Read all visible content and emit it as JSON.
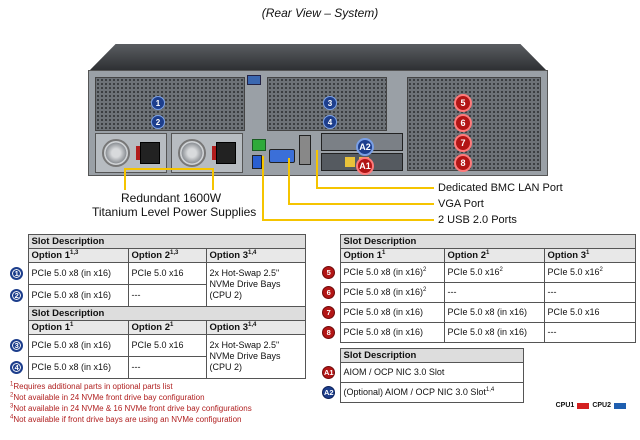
{
  "title": "(Rear View – System)",
  "callouts": {
    "psu_line1": "Redundant  1600W",
    "psu_line2": "Titanium Level Power Supplies",
    "bmc": "Dedicated BMC LAN Port",
    "vga": "VGA Port",
    "usb": "2 USB 2.0 Ports"
  },
  "badges": {
    "b1": "1",
    "b2": "2",
    "b3": "3",
    "b4": "4",
    "b5": "5",
    "b6": "6",
    "b7": "7",
    "b8": "8",
    "a1": "A1",
    "a2": "A2"
  },
  "table1": {
    "caption": "Slot Description",
    "headers": [
      "Option 1",
      "Option 2",
      "Option 3"
    ],
    "sups": [
      "1,3",
      "1,3",
      "1,4"
    ],
    "rows": [
      {
        "icon": "1",
        "c1": "PCIe 5.0 x8 (in x16)",
        "c2": "PCIe 5.0 x16",
        "c3": "2x Hot-Swap 2.5\" NVMe Drive Bays (CPU 2)"
      },
      {
        "icon": "2",
        "c1": "PCIe 5.0 x8 (in x16)",
        "c2": "---",
        "c3": ""
      }
    ]
  },
  "table2": {
    "caption": "Slot Description",
    "headers": [
      "Option 1",
      "Option 2",
      "Option 3"
    ],
    "sups": [
      "1",
      "1",
      "1,4"
    ],
    "rows": [
      {
        "icon": "3",
        "c1": "PCIe 5.0 x8 (in x16)",
        "c2": "PCIe 5.0 x16",
        "c3": "2x Hot-Swap 2.5\" NVMe Drive Bays (CPU 2)"
      },
      {
        "icon": "4",
        "c1": "PCIe 5.0 x8 (in x16)",
        "c2": "---",
        "c3": ""
      }
    ]
  },
  "table3": {
    "caption": "Slot Description",
    "headers": [
      "Option 1",
      "Option 2",
      "Option 3"
    ],
    "sups": [
      "1",
      "1",
      "1"
    ],
    "rows": [
      {
        "icon": "5",
        "c1": "PCIe 5.0 x8 (in x16)",
        "s1": "2",
        "c2": "PCIe 5.0 x16",
        "s2": "2",
        "c3": "PCIe 5.0 x16",
        "s3": "2"
      },
      {
        "icon": "6",
        "c1": "PCIe 5.0 x8 (in x16)",
        "s1": "2",
        "c2": "---",
        "s2": "",
        "c3": "---",
        "s3": ""
      },
      {
        "icon": "7",
        "c1": "PCIe 5.0 x8 (in x16)",
        "s1": "",
        "c2": "PCIe 5.0 x8 (in x16)",
        "s2": "",
        "c3": "PCIe 5.0 x16",
        "s3": ""
      },
      {
        "icon": "8",
        "c1": "PCIe 5.0 x8 (in x16)",
        "s1": "",
        "c2": "PCIe 5.0 x8 (in x16)",
        "s2": "",
        "c3": "---",
        "s3": ""
      }
    ]
  },
  "table4": {
    "caption": "Slot Description",
    "rows": [
      {
        "icon": "A1",
        "text": "AIOM / OCP NIC 3.0 Slot",
        "sup": ""
      },
      {
        "icon": "A2",
        "text": "(Optional) AIOM / OCP NIC 3.0 Slot",
        "sup": "1,4"
      }
    ]
  },
  "footnotes": [
    {
      "num": "1",
      "text": "Requires additional parts in optional parts list"
    },
    {
      "num": "2",
      "text": "Not available in 24 NVMe front drive bay configuration"
    },
    {
      "num": "3",
      "text": "Not available in 24 NVMe  & 16 NVMe front drive bay configurations"
    },
    {
      "num": "4",
      "text": "Not available if front drive bays are using an NVMe configuration"
    }
  ],
  "legend": {
    "cpu1": "CPU1",
    "cpu2": "CPU2",
    "cpu1_color": "#d42020",
    "cpu2_color": "#1f5fb0"
  },
  "colors": {
    "callout": "#f5c400",
    "cpu1_badge": "#b21515",
    "cpu2_badge": "#1d3e8c"
  }
}
